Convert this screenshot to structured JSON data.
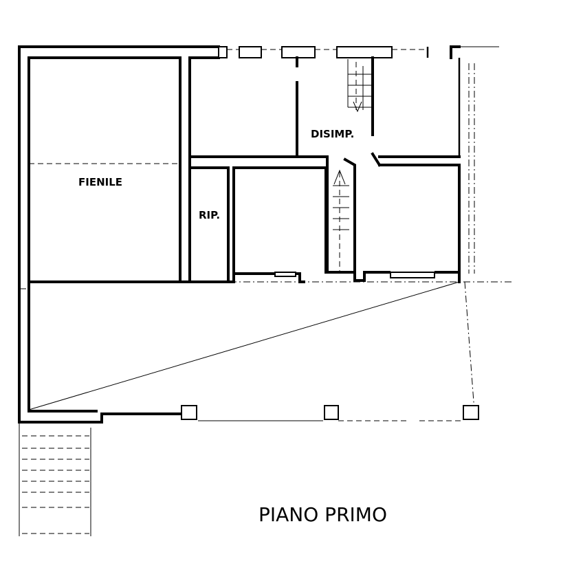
{
  "plan_title": "PIANO PRIMO",
  "rooms": {
    "fienile": "FIENILE",
    "ripostiglio": "RIP.",
    "disimpegno": "DISIMP."
  },
  "colors": {
    "line": "#000000",
    "background": "#ffffff"
  }
}
